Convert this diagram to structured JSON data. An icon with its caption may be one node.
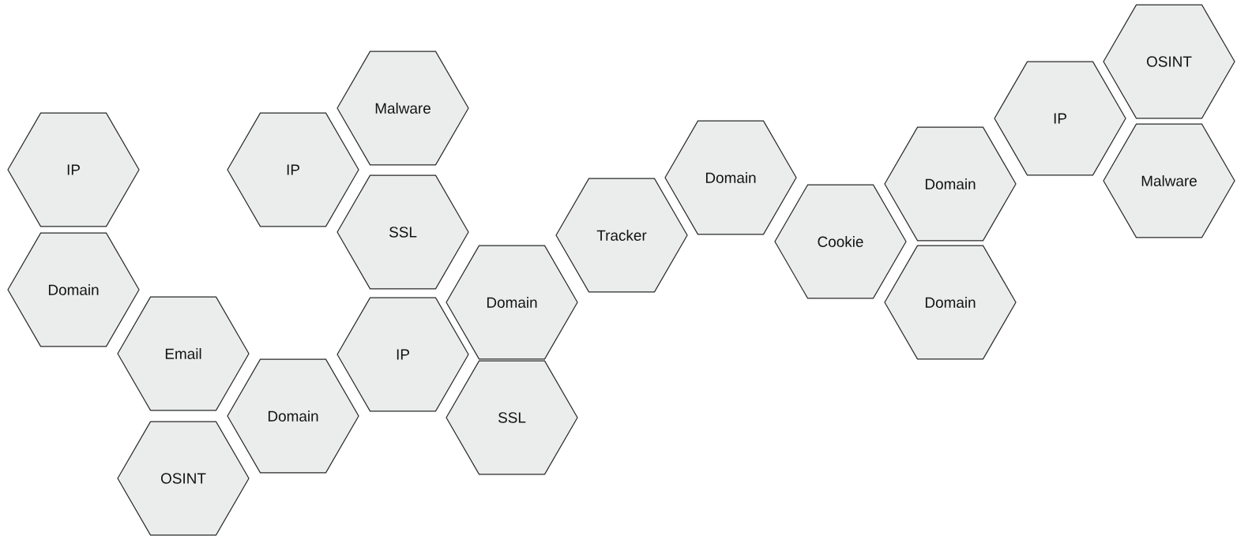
{
  "diagram": {
    "nodes": [
      {
        "text": [
          "IP"
        ]
      },
      {
        "text": [
          "Domain"
        ]
      },
      {
        "text": [
          "Email"
        ]
      },
      {
        "text": [
          "OSINT"
        ]
      },
      {
        "text": [
          "IP"
        ]
      },
      {
        "text": [
          "Domain"
        ]
      },
      {
        "text": [
          "Malware"
        ]
      },
      {
        "text": [
          "SSL"
        ]
      },
      {
        "text": [
          "IP"
        ]
      },
      {
        "text": [
          "Domain"
        ]
      },
      {
        "text": [
          "SSL"
        ]
      },
      {
        "text": [
          "Tracker"
        ]
      },
      {
        "text": [
          "Domain"
        ]
      },
      {
        "text": [
          "Cookie"
        ]
      },
      {
        "text": [
          "Domain"
        ]
      },
      {
        "text": [
          "Domain"
        ]
      },
      {
        "text": [
          "IP"
        ]
      },
      {
        "text": [
          "OSINT"
        ]
      },
      {
        "text": [
          "Malware"
        ]
      }
    ]
  }
}
